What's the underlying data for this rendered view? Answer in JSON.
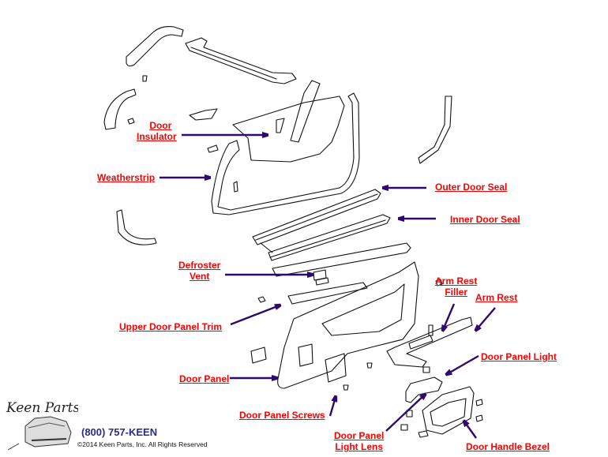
{
  "labels": {
    "door_insulator": [
      "Door",
      "Insulator"
    ],
    "weatherstrip": "Weatherstrip",
    "outer_door_seal": "Outer Door Seal",
    "inner_door_seal": "Inner Door Seal",
    "defroster_vent": [
      "Defroster",
      "Vent"
    ],
    "upper_door_panel_trim": "Upper Door Panel Trim",
    "arm_rest_filler": [
      "Arm Rest",
      "Filler"
    ],
    "arm_rest": "Arm Rest",
    "door_panel_light": "Door Panel Light",
    "door_panel": "Door Panel",
    "door_panel_screws": "Door Panel Screws",
    "door_panel_light_lens": [
      "Door Panel",
      "Light Lens"
    ],
    "door_handle_bezel": "Door Handle Bezel"
  },
  "footer": {
    "logo_text": "Keen Parts",
    "phone": "(800) 757-KEEN",
    "copyright": "©2014 Keen Parts, Inc. All Rights Reserved"
  },
  "colors": {
    "label": "#ff0000",
    "arrow": "#2e0a6e",
    "phone": "#2b2b8f"
  }
}
